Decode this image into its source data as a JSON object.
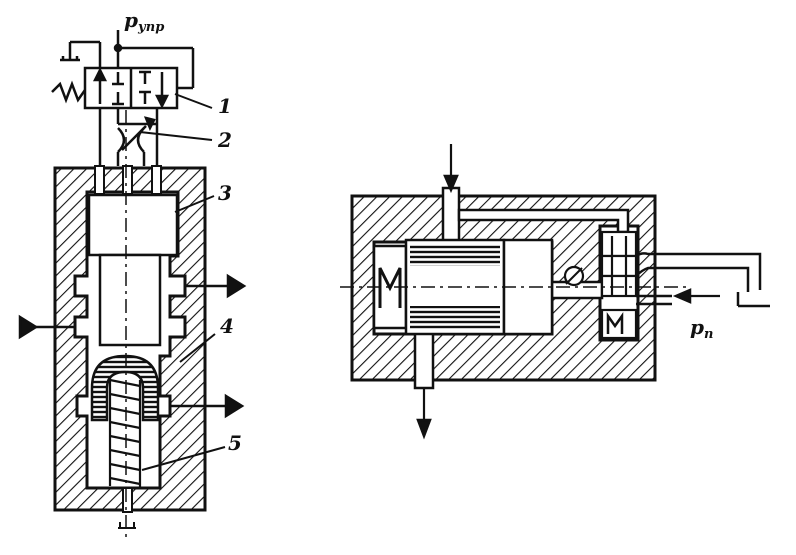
{
  "labels": {
    "p_control_main": "p",
    "p_control_sub": "упр",
    "p_supply_main": "p",
    "p_supply_sub": "п",
    "n1": "1",
    "n2": "2",
    "n3": "3",
    "n4": "4",
    "n5": "5"
  },
  "colors": {
    "ink": "#111111",
    "background": "#ffffff"
  }
}
